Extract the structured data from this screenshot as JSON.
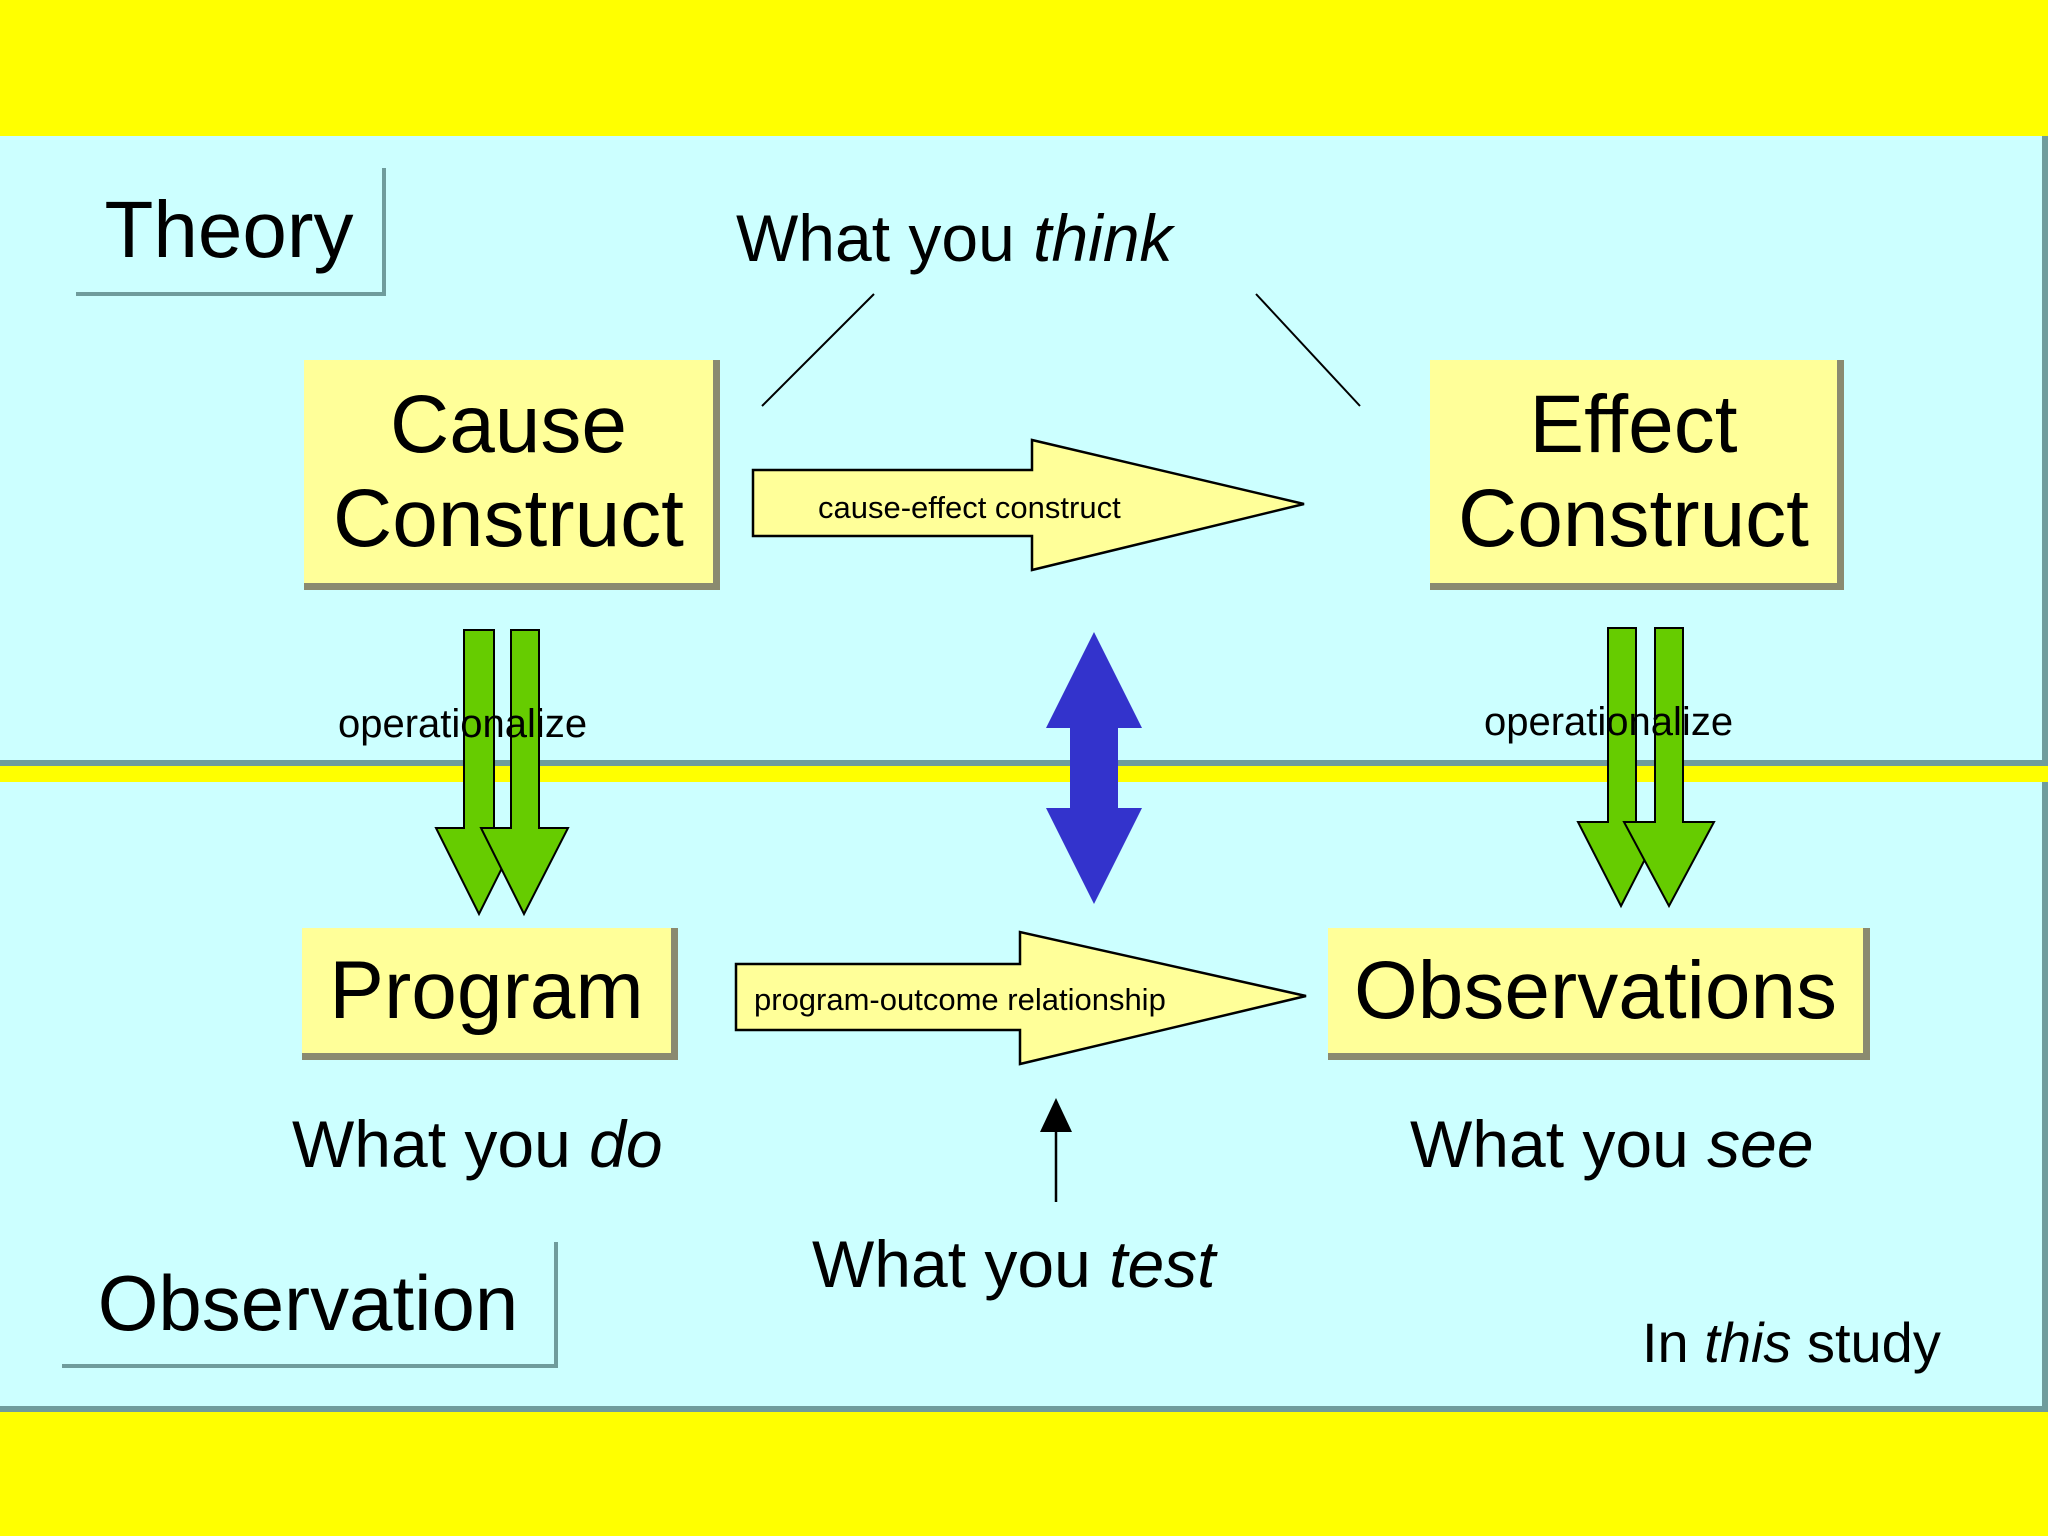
{
  "bands": {
    "theory_label": "Theory",
    "observation_label": "Observation"
  },
  "nodes": {
    "cause": [
      "Cause",
      "Construct"
    ],
    "effect": [
      "Effect",
      "Construct"
    ],
    "program": "Program",
    "observations": "Observations"
  },
  "captions": {
    "think": {
      "prefix": "What you ",
      "emphasis": "think"
    },
    "do": {
      "prefix": "What you ",
      "emphasis": "do"
    },
    "see": {
      "prefix": "What you ",
      "emphasis": "see"
    },
    "test": {
      "prefix": "What you ",
      "emphasis": "test"
    },
    "study": {
      "prefix": "In ",
      "emphasis": "this",
      "suffix": " study"
    }
  },
  "arrows": {
    "top_label": "cause-effect construct",
    "bottom_label": "program-outcome relationship",
    "operationalize_left": "operationalize",
    "operationalize_right": "operationalize"
  },
  "colors": {
    "background": "#ffff00",
    "band": "#ccffff",
    "node_fill": "#ffff99",
    "green_arrow": "#66cc00",
    "blue_arrow": "#3333cc"
  }
}
